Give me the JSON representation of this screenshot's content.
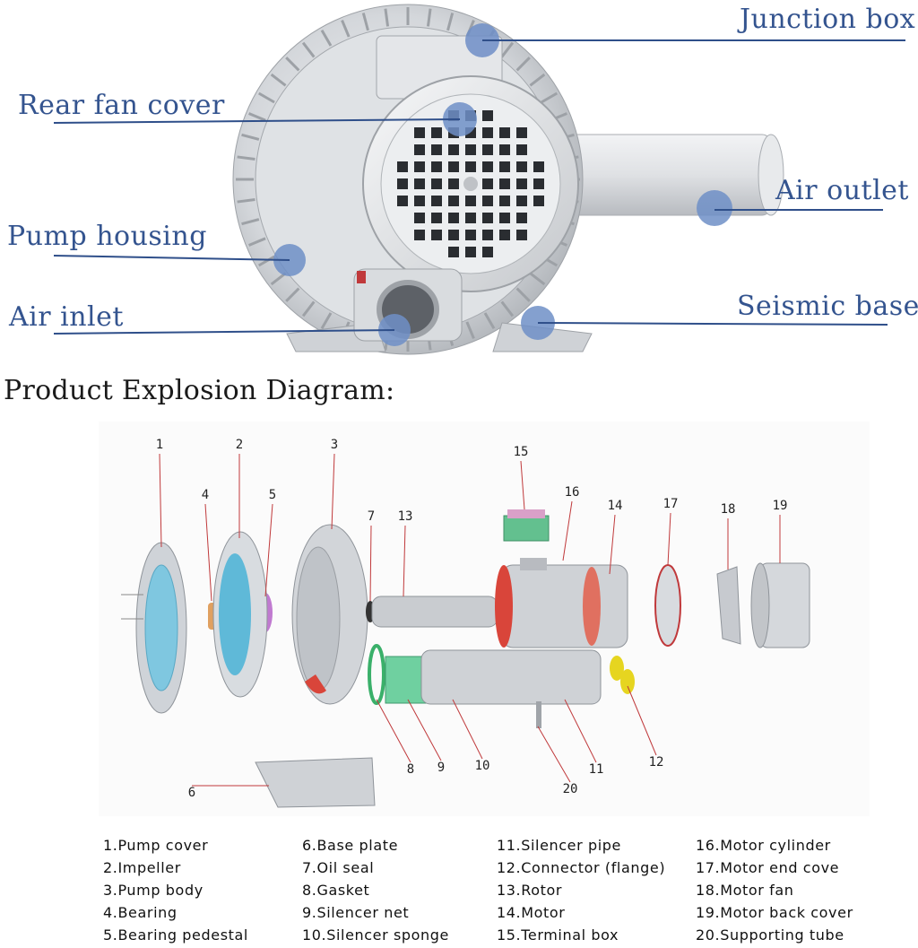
{
  "callouts": {
    "junction_box": "Junction box",
    "rear_fan_cover": "Rear fan cover",
    "air_outlet": "Air outlet",
    "pump_housing": "Pump housing",
    "seismic_base": "Seismic base",
    "air_inlet": "Air inlet"
  },
  "heading": "Product Explosion Diagram:",
  "numbers": [
    "1",
    "2",
    "3",
    "4",
    "5",
    "6",
    "7",
    "8",
    "9",
    "10",
    "11",
    "12",
    "13",
    "14",
    "15",
    "16",
    "17",
    "18",
    "19",
    "20"
  ],
  "legend": {
    "col1": [
      "1.Pump cover",
      "2.Impeller",
      "3.Pump body",
      "4.Bearing",
      "5.Bearing pedestal"
    ],
    "col2": [
      "6.Base plate",
      "7.Oil seal",
      "8.Gasket",
      "9.Silencer net",
      "10.Silencer sponge"
    ],
    "col3": [
      "11.Silencer pipe",
      "12.Connector (flange)",
      "13.Rotor",
      "14.Motor",
      "15.Terminal box"
    ],
    "col4": [
      "16.Motor cylinder",
      "17.Motor end cove",
      "18.Motor fan",
      "19.Motor back cover",
      "20.Supporting tube"
    ]
  },
  "colors": {
    "callout_text": "#34548f",
    "callout_dot": "#6f8fc7",
    "callout_line": "#2f4f8a",
    "metal": "#c9ccd0",
    "leader_red": "#c0393b"
  }
}
